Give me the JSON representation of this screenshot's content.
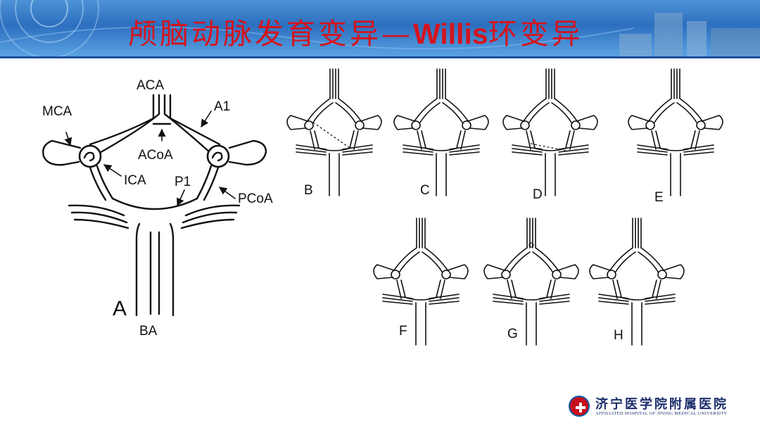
{
  "slide": {
    "title_cn": "颅脑动脉发育变异—",
    "title_latin": "Willis",
    "title_tail": "环变异"
  },
  "main_diagram": {
    "letter": "A",
    "labels": {
      "aca": "ACA",
      "a1": "A1",
      "mca": "MCA",
      "acoa": "ACoA",
      "ica": "ICA",
      "p1": "P1",
      "pcoa": "PCoA",
      "ba": "BA"
    }
  },
  "variant_panels": [
    "B",
    "C",
    "D",
    "E",
    "F",
    "G",
    "H"
  ],
  "footer": {
    "hospital_cn": "济宁医学院附属医院",
    "hospital_en": "AFFILIATED HOSPITAL OF JINING MEDICAL UNIVERSITY"
  },
  "colors": {
    "title": "#d4141d",
    "banner": "#2c6fbf",
    "hospital_text": "#1b2d6b",
    "logo_red": "#c8101c"
  }
}
